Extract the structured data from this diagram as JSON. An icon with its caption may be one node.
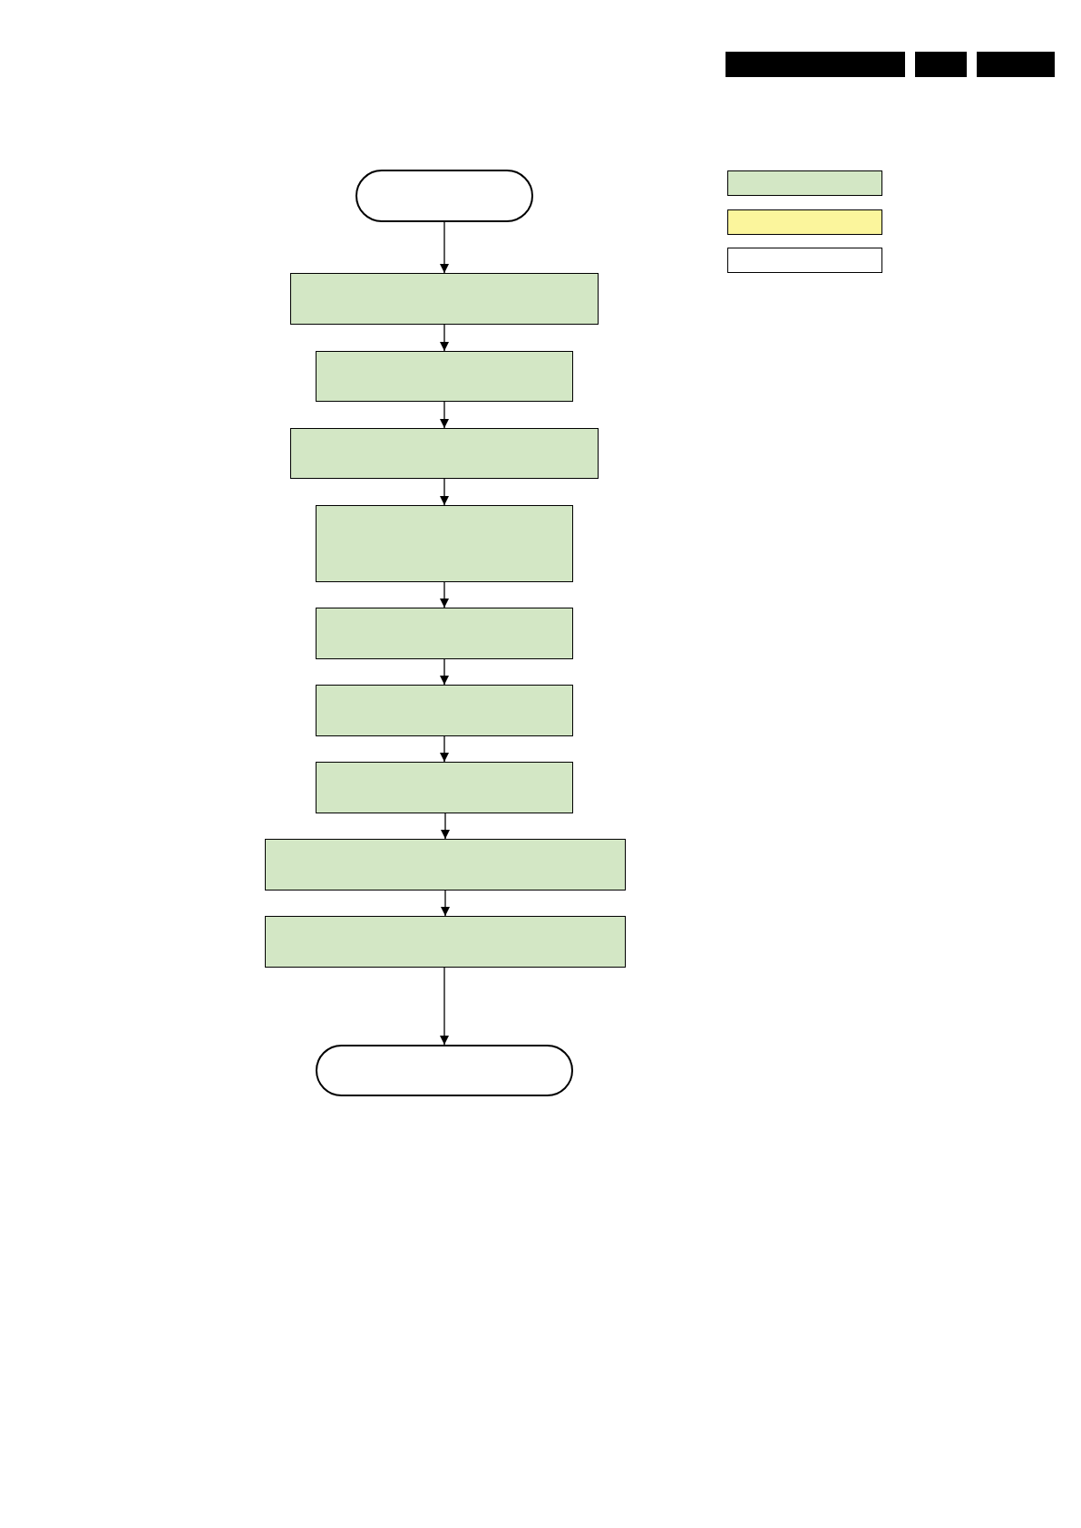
{
  "diagram": {
    "nodes": [
      {
        "text": [],
        "shape": "oval"
      },
      {
        "text": [],
        "shape": "box"
      },
      {
        "text": [],
        "shape": "box"
      },
      {
        "text": [],
        "shape": "box"
      },
      {
        "text": [],
        "shape": "box"
      },
      {
        "text": [],
        "shape": "box"
      },
      {
        "text": [],
        "shape": "box"
      },
      {
        "text": [],
        "shape": "box"
      },
      {
        "text": [],
        "shape": "box"
      },
      {
        "text": [],
        "shape": "box"
      },
      {
        "text": [],
        "shape": "oval"
      },
      {
        "text": [],
        "shape": "bar"
      },
      {
        "text": [],
        "shape": "bar"
      },
      {
        "text": [],
        "shape": "bar"
      },
      {
        "text": [],
        "shape": "box"
      },
      {
        "text": [],
        "shape": "box"
      },
      {
        "text": [],
        "shape": "box"
      }
    ],
    "edges": [
      {
        "from": 0,
        "to": 1,
        "arrow": "to"
      },
      {
        "from": 1,
        "to": 2,
        "arrow": "to"
      },
      {
        "from": 2,
        "to": 3,
        "arrow": "to"
      },
      {
        "from": 3,
        "to": 4,
        "arrow": "to"
      },
      {
        "from": 4,
        "to": 5,
        "arrow": "to"
      },
      {
        "from": 5,
        "to": 6,
        "arrow": "to"
      },
      {
        "from": 6,
        "to": 7,
        "arrow": "to"
      },
      {
        "from": 7,
        "to": 8,
        "arrow": "to"
      },
      {
        "from": 8,
        "to": 9,
        "arrow": "to"
      },
      {
        "from": 9,
        "to": 10,
        "arrow": "to"
      }
    ]
  }
}
